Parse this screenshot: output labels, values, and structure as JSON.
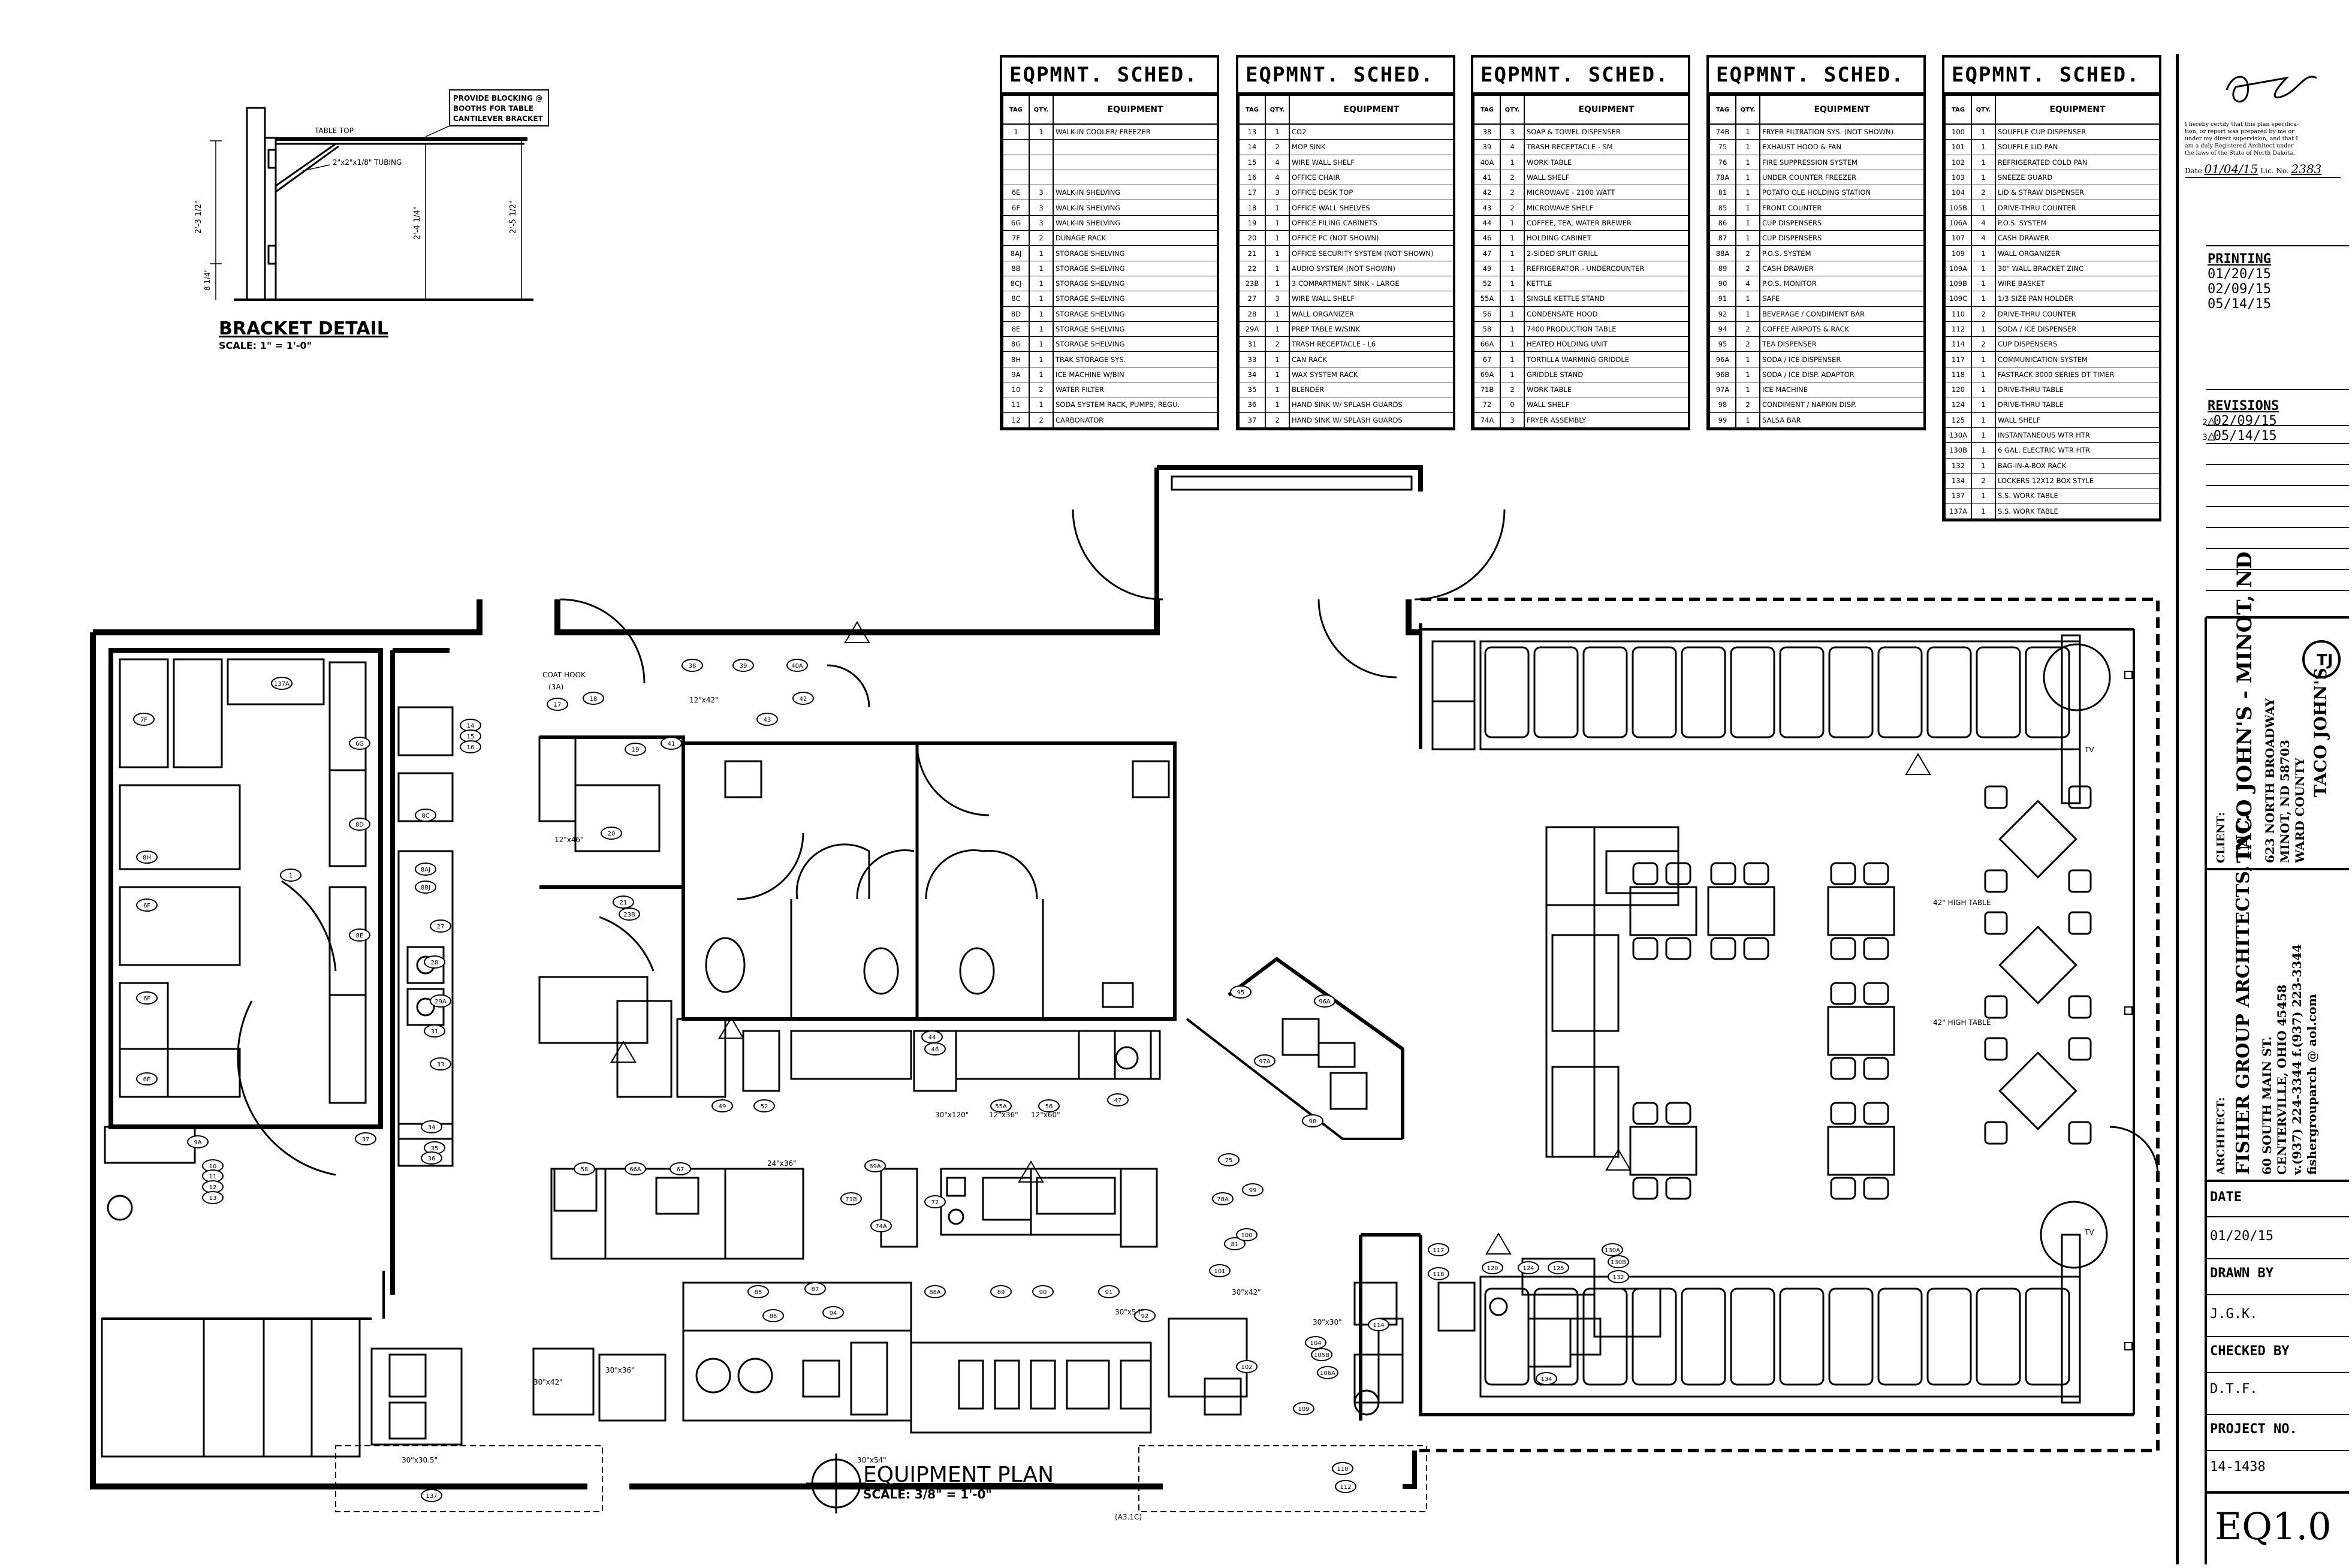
{
  "bracket": {
    "title": "BRACKET DETAIL",
    "scale": "SCALE:   1\" = 1'-0\"",
    "note_lines": [
      "PROVIDE BLOCKING @",
      "BOOTHS FOR TABLE",
      "CANTILEVER BRACKET"
    ],
    "table_top": "TABLE TOP",
    "tubing": "2\"x2\"x1/8\" TUBING",
    "dim1": "2'-3 1/2\"",
    "dim2": "2'-4 1/4\"",
    "dim3": "2'-5 1/2\"",
    "dim4": "8 1/4\""
  },
  "schedules": [
    {
      "title": "EQPMNT. SCHED.",
      "headers": [
        "TAG",
        "QTY.",
        "EQUIPMENT"
      ],
      "rows": [
        [
          "1",
          "1",
          "WALK-IN COOLER/ FREEZER"
        ],
        [
          "",
          "",
          ""
        ],
        [
          "",
          "",
          ""
        ],
        [
          "",
          "",
          ""
        ],
        [
          "6E",
          "3",
          "WALK-IN SHELVING"
        ],
        [
          "6F",
          "3",
          "WALK-IN SHELVING"
        ],
        [
          "6G",
          "3",
          "WALK-IN SHELVING"
        ],
        [
          "7F",
          "2",
          "DUNAGE RACK"
        ],
        [
          "8AJ",
          "1",
          "STORAGE SHELVING"
        ],
        [
          "8B",
          "1",
          "STORAGE SHELVING"
        ],
        [
          "8CJ",
          "1",
          "STORAGE SHELVING"
        ],
        [
          "8C",
          "1",
          "STORAGE SHELVING"
        ],
        [
          "8D",
          "1",
          "STORAGE SHELVING"
        ],
        [
          "8E",
          "1",
          "STORAGE SHELVING"
        ],
        [
          "8G",
          "1",
          "STORAGE SHELVING"
        ],
        [
          "8H",
          "1",
          "TRAK STORAGE SYS."
        ],
        [
          "9A",
          "1",
          "ICE MACHINE W/BIN"
        ],
        [
          "10",
          "2",
          "WATER FILTER"
        ],
        [
          "11",
          "1",
          "SODA SYSTEM RACK, PUMPS, REGU."
        ],
        [
          "12",
          "2",
          "CARBONATOR"
        ]
      ]
    },
    {
      "title": "EQPMNT. SCHED.",
      "headers": [
        "TAG",
        "QTY.",
        "EQUIPMENT"
      ],
      "rows": [
        [
          "13",
          "1",
          "CO2"
        ],
        [
          "14",
          "2",
          "MOP SINK"
        ],
        [
          "15",
          "4",
          "WIRE WALL SHELF"
        ],
        [
          "16",
          "4",
          "OFFICE CHAIR"
        ],
        [
          "17",
          "3",
          "OFFICE DESK TOP"
        ],
        [
          "18",
          "1",
          "OFFICE WALL SHELVES"
        ],
        [
          "19",
          "1",
          "OFFICE FILING CABINETS"
        ],
        [
          "20",
          "1",
          "OFFICE PC (NOT SHOWN)"
        ],
        [
          "21",
          "1",
          "OFFICE SECURITY SYSTEM (NOT SHOWN)"
        ],
        [
          "22",
          "1",
          "AUDIO SYSTEM (NOT SHOWN)"
        ],
        [
          "23B",
          "1",
          "3 COMPARTMENT SINK - LARGE"
        ],
        [
          "27",
          "3",
          "WIRE WALL SHELF"
        ],
        [
          "28",
          "1",
          "WALL ORGANIZER"
        ],
        [
          "29A",
          "1",
          "PREP TABLE W/SINK"
        ],
        [
          "31",
          "2",
          "TRASH RECEPTACLE - L6"
        ],
        [
          "33",
          "1",
          "CAN RACK"
        ],
        [
          "34",
          "1",
          "WAX SYSTEM RACK"
        ],
        [
          "35",
          "1",
          "BLENDER"
        ],
        [
          "36",
          "1",
          "HAND SINK W/ SPLASH GUARDS"
        ],
        [
          "37",
          "2",
          "HAND SINK W/ SPLASH GUARDS"
        ]
      ]
    },
    {
      "title": "EQPMNT. SCHED.",
      "headers": [
        "TAG",
        "QTY.",
        "EQUIPMENT"
      ],
      "rows": [
        [
          "38",
          "3",
          "SOAP & TOWEL DISPENSER"
        ],
        [
          "39",
          "4",
          "TRASH RECEPTACLE - SM"
        ],
        [
          "40A",
          "1",
          "WORK TABLE"
        ],
        [
          "41",
          "2",
          "WALL SHELF"
        ],
        [
          "42",
          "2",
          "MICROWAVE - 2100 WATT"
        ],
        [
          "43",
          "2",
          "MICROWAVE SHELF"
        ],
        [
          "44",
          "1",
          "COFFEE, TEA, WATER BREWER"
        ],
        [
          "46",
          "1",
          "HOLDING CABINET"
        ],
        [
          "47",
          "1",
          "2-SIDED SPLIT GRILL"
        ],
        [
          "49",
          "1",
          "REFRIGERATOR - UNDERCOUNTER"
        ],
        [
          "52",
          "1",
          "KETTLE"
        ],
        [
          "55A",
          "1",
          "SINGLE KETTLE STAND"
        ],
        [
          "56",
          "1",
          "CONDENSATE HOOD"
        ],
        [
          "58",
          "1",
          "7400 PRODUCTION TABLE"
        ],
        [
          "66A",
          "1",
          "HEATED HOLDING UNIT"
        ],
        [
          "67",
          "1",
          "TORTILLA WARMING GRIDDLE"
        ],
        [
          "69A",
          "1",
          "GRIDDLE STAND"
        ],
        [
          "71B",
          "2",
          "WORK TABLE"
        ],
        [
          "72",
          "0",
          "WALL SHELF"
        ],
        [
          "74A",
          "3",
          "FRYER ASSEMBLY"
        ]
      ]
    },
    {
      "title": "EQPMNT. SCHED.",
      "headers": [
        "TAG",
        "QTY.",
        "EQUIPMENT"
      ],
      "rows": [
        [
          "74B",
          "1",
          "FRYER FILTRATION SYS. (NOT SHOWN)"
        ],
        [
          "75",
          "1",
          "EXHAUST HOOD & FAN"
        ],
        [
          "76",
          "1",
          "FIRE SUPPRESSION SYSTEM"
        ],
        [
          "78A",
          "1",
          "UNDER COUNTER FREEZER"
        ],
        [
          "81",
          "1",
          "POTATO OLE HOLDING STATION"
        ],
        [
          "85",
          "1",
          "FRONT COUNTER"
        ],
        [
          "86",
          "1",
          "CUP DISPENSERS"
        ],
        [
          "87",
          "1",
          "CUP DISPENSERS"
        ],
        [
          "88A",
          "2",
          "P.O.S. SYSTEM"
        ],
        [
          "89",
          "2",
          "CASH DRAWER"
        ],
        [
          "90",
          "4",
          "P.O.S. MONITOR"
        ],
        [
          "91",
          "1",
          "SAFE"
        ],
        [
          "92",
          "1",
          "BEVERAGE / CONDIMENT BAR"
        ],
        [
          "94",
          "2",
          "COFFEE AIRPOTS & RACK"
        ],
        [
          "95",
          "2",
          "TEA DISPENSER"
        ],
        [
          "96A",
          "1",
          "SODA / ICE DISPENSER"
        ],
        [
          "96B",
          "1",
          "SODA / ICE DISP. ADAPTOR"
        ],
        [
          "97A",
          "1",
          "ICE MACHINE"
        ],
        [
          "98",
          "2",
          "CONDIMENT / NAPKIN DISP."
        ],
        [
          "99",
          "1",
          "SALSA BAR"
        ]
      ]
    },
    {
      "title": "EQPMNT. SCHED.",
      "headers": [
        "TAG",
        "QTY.",
        "EQUIPMENT"
      ],
      "rows": [
        [
          "100",
          "1",
          "SOUFFLE CUP DISPENSER"
        ],
        [
          "101",
          "1",
          "SOUFFLE LID PAN"
        ],
        [
          "102",
          "1",
          "REFRIGERATED COLD PAN"
        ],
        [
          "103",
          "1",
          "SNEEZE GUARD"
        ],
        [
          "104",
          "2",
          "LID & STRAW DISPENSER"
        ],
        [
          "105B",
          "1",
          "DRIVE-THRU COUNTER"
        ],
        [
          "106A",
          "4",
          "P.O.S. SYSTEM"
        ],
        [
          "107",
          "4",
          "CASH DRAWER"
        ],
        [
          "109",
          "1",
          "WALL ORGANIZER"
        ],
        [
          "109A",
          "1",
          "30\" WALL BRACKET ZINC"
        ],
        [
          "109B",
          "1",
          "WIRE BASKET"
        ],
        [
          "109C",
          "1",
          "1/3 SIZE PAN HOLDER"
        ],
        [
          "110",
          "2",
          "DRIVE-THRU COUNTER"
        ],
        [
          "112",
          "1",
          "SODA / ICE DISPENSER"
        ],
        [
          "114",
          "2",
          "CUP DISPENSERS"
        ],
        [
          "117",
          "1",
          "COMMUNICATION SYSTEM"
        ],
        [
          "118",
          "1",
          "FASTRACK 3000 SERIES DT TIMER"
        ],
        [
          "120",
          "1",
          "DRIVE-THRU TABLE"
        ],
        [
          "124",
          "1",
          "DRIVE-THRU TABLE"
        ],
        [
          "125",
          "1",
          "WALL SHELF"
        ],
        [
          "130A",
          "1",
          "INSTANTANEOUS WTR HTR"
        ],
        [
          "130B",
          "1",
          "6 GAL. ELECTRIC WTR HTR"
        ],
        [
          "132",
          "1",
          "BAG-IN-A-BOX RACK"
        ],
        [
          "134",
          "2",
          "LOCKERS 12X12 BOX STYLE"
        ],
        [
          "137",
          "1",
          "S.S. WORK TABLE"
        ],
        [
          "137a",
          "1",
          "S.S. WORK TABLE"
        ]
      ]
    }
  ],
  "cert": {
    "text_lines": [
      "I hereby certify that this plan specifica-",
      "tion, or report was prepared by me or",
      "under my direct supervision, and that I",
      "am a duly Registered Architect under",
      "the laws of the State of North Dakota."
    ],
    "date_label": "Date",
    "date_value": "01/04/15",
    "lic_label": "Lic. No.",
    "lic_value": "2383"
  },
  "printing": {
    "label": "PRINTING",
    "dates": [
      "01/20/15",
      "02/09/15",
      "05/14/15"
    ]
  },
  "revisions": {
    "label": "REVISIONS",
    "items": [
      {
        "num": "2",
        "date": "02/09/15"
      },
      {
        "num": "3",
        "date": "05/14/15"
      }
    ]
  },
  "client": {
    "label": "CLIENT:",
    "name": "TACO JOHN'S - MINOT, ND",
    "address": [
      "623 NORTH BROADWAY",
      "MINOT, ND 58703",
      "WARD COUNTY"
    ],
    "logo": "TACO JOHN'S"
  },
  "architect": {
    "label": "ARCHITECT:",
    "name": "FISHER GROUP ARCHITECTS, INC.",
    "lines": [
      "60 SOUTH MAIN ST.",
      "CENTERVILLE, OHIO 45458",
      "v.(937) 224-3344  f.(937) 223-3344",
      "fishergrouparch @ aol.com"
    ]
  },
  "titleblock": {
    "date_label": "DATE",
    "date_value": "01/20/15",
    "drawn_label": "DRAWN BY",
    "drawn_value": "J.G.K.",
    "checked_label": "CHECKED BY",
    "checked_value": "D.T.F.",
    "project_label": "PROJECT NO.",
    "project_value": "14-1438",
    "sheet": "EQ1.0"
  },
  "plan": {
    "title": "EQUIPMENT PLAN",
    "scale": "SCALE:   3/8\" = 1'-0\"",
    "high_table_1": "42\" HIGH TABLE",
    "high_table_2": "42\" HIGH TABLE",
    "coat_hook": "COAT HOOK",
    "coat_hook_tag": "(3A)",
    "tv1": "TV",
    "tv2": "TV",
    "dims": [
      "30\"x120\"",
      "12\"x36\"",
      "12\"x60\"",
      "24\"x36\"",
      "30\"x54\"",
      "30\"x54\"",
      "30\"x36\"",
      "30\"x42\"",
      "30\"x42\"",
      "30\"x30\"",
      "30\"x30.5\"",
      "12\"x42\"",
      "12\"x46\"",
      "(A3.1C)"
    ],
    "tags": [
      "6E",
      "7F",
      "6G",
      "8H",
      "8D",
      "6F",
      "8E",
      "6F",
      "6E",
      "8C",
      "8AJ",
      "8BJ",
      "1",
      "9A",
      "10",
      "11",
      "12",
      "13",
      "14",
      "15",
      "16",
      "17",
      "18",
      "19",
      "20",
      "21",
      "23B",
      "27",
      "28",
      "29A",
      "31",
      "33",
      "34",
      "35",
      "36",
      "37",
      "38",
      "39",
      "40A",
      "41",
      "42",
      "43",
      "44",
      "46",
      "47",
      "49",
      "52",
      "55A",
      "56",
      "58",
      "66A",
      "67",
      "69A",
      "71B",
      "72",
      "74A",
      "75",
      "78A",
      "81",
      "85",
      "86",
      "87",
      "88A",
      "89",
      "90",
      "91",
      "92",
      "94",
      "95",
      "96A",
      "97A",
      "98",
      "99",
      "100",
      "101",
      "102",
      "104",
      "105B",
      "106A",
      "109",
      "110",
      "112",
      "114",
      "117",
      "118",
      "120",
      "124",
      "125",
      "130A",
      "130B",
      "132",
      "134",
      "137",
      "137A"
    ]
  }
}
